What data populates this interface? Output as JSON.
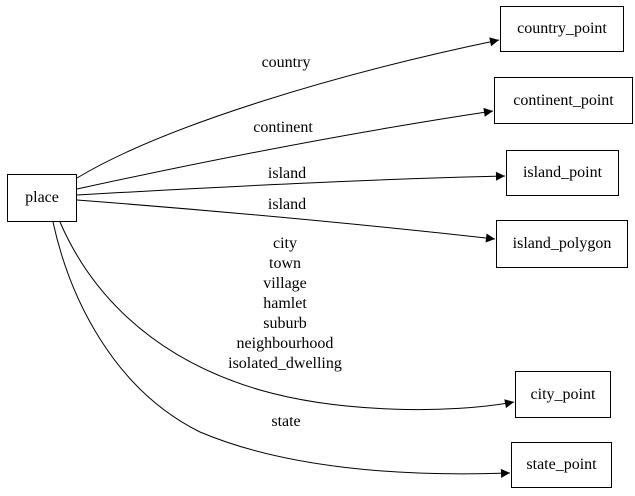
{
  "diagram": {
    "type": "graphviz-directed-graph",
    "background_color": "#ffffff",
    "stroke_color": "#000000",
    "text_color": "#000000",
    "nodes": [
      {
        "id": "place",
        "label": "place"
      },
      {
        "id": "country_point",
        "label": "country_point"
      },
      {
        "id": "continent_point",
        "label": "continent_point"
      },
      {
        "id": "island_point",
        "label": "island_point"
      },
      {
        "id": "island_polygon",
        "label": "island_polygon"
      },
      {
        "id": "city_point",
        "label": "city_point"
      },
      {
        "id": "state_point",
        "label": "state_point"
      }
    ],
    "edges": [
      {
        "from": "place",
        "to": "country_point",
        "label": "country"
      },
      {
        "from": "place",
        "to": "continent_point",
        "label": "continent"
      },
      {
        "from": "place",
        "to": "island_point",
        "label": "island"
      },
      {
        "from": "place",
        "to": "island_polygon",
        "label": "island"
      },
      {
        "from": "place",
        "to": "city_point",
        "label_lines": [
          "city",
          "town",
          "village",
          "hamlet",
          "suburb",
          "neighbourhood",
          "isolated_dwelling"
        ]
      },
      {
        "from": "place",
        "to": "state_point",
        "label": "state"
      }
    ]
  }
}
